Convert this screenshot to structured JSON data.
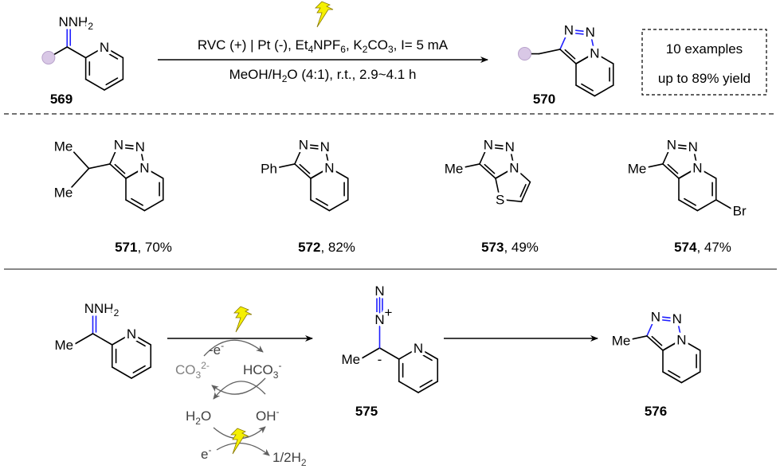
{
  "colors": {
    "nitrogen_blue": "#1f1fff",
    "bolt_yellow": "#f5f000",
    "arrow_gray": "#606060"
  },
  "atoms": {
    "N": "N",
    "S": "S",
    "Me": "Me",
    "Ph": "Ph",
    "Br": "Br",
    "NH2_N": "NNH",
    "NH2_sub": "2",
    "plus": "+",
    "minus": "-"
  },
  "top_reaction": {
    "conditions_line1": {
      "a": "RVC (+) | Pt (-), Et",
      "s1": "4",
      "b": "NPF",
      "s2": "6",
      "c": ", K",
      "s3": "2",
      "d": "CO",
      "s4": "3",
      "e": ", I= 5 mA"
    },
    "conditions_line2": {
      "a": "MeOH/H",
      "s1": "2",
      "b": "O (4:1), r.t., 2.9~4.1 h"
    },
    "reactant_label": "569",
    "product_label": "570",
    "summary": {
      "line1": "10 examples",
      "line2": "up to 89% yield"
    }
  },
  "examples": [
    {
      "id": "571",
      "yield": ", 70%"
    },
    {
      "id": "572",
      "yield": ", 82%"
    },
    {
      "id": "573",
      "yield": ", 49%"
    },
    {
      "id": "574",
      "yield": ", 47%"
    }
  ],
  "mechanism": {
    "minus_e": {
      "a": "-e",
      "sup": "-"
    },
    "carbonate": {
      "a": "CO",
      "sub": "3",
      "sup": "2-"
    },
    "bicarbonate": {
      "a": "HCO",
      "sub": "3",
      "sup": "-"
    },
    "water": {
      "a": "H",
      "sub": "2",
      "b": "O"
    },
    "hydroxide": {
      "a": "OH",
      "sup": "-"
    },
    "electron": {
      "a": "e",
      "sup": "-"
    },
    "hydrogen": {
      "a": "1/2H",
      "sub": "2"
    },
    "intermediate_label": "575",
    "product_label": "576"
  }
}
